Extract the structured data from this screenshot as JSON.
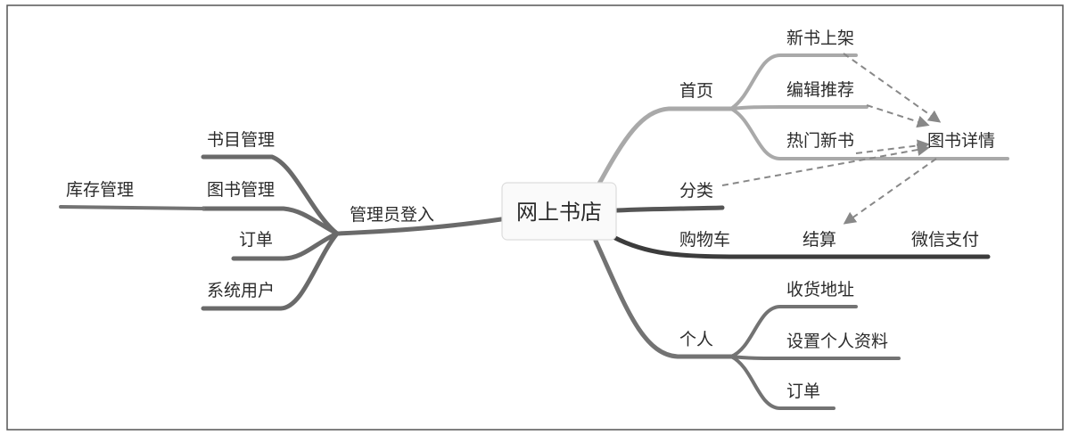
{
  "diagram": {
    "root": "网上书店",
    "nodes": {
      "admin_login": "管理员登入",
      "catalog_mgmt": "书目管理",
      "book_mgmt": "图书管理",
      "orders_admin": "订单",
      "system_users": "系统用户",
      "inventory_mgmt": "库存管理",
      "home": "首页",
      "new_books": "新书上架",
      "editor_picks": "编辑推荐",
      "hot_new": "热门新书",
      "book_detail": "图书详情",
      "category": "分类",
      "cart": "购物车",
      "checkout": "结算",
      "wechat_pay": "微信支付",
      "personal": "个人",
      "shipping_address": "收货地址",
      "profile_settings": "设置个人资料",
      "orders_user": "订单"
    }
  }
}
